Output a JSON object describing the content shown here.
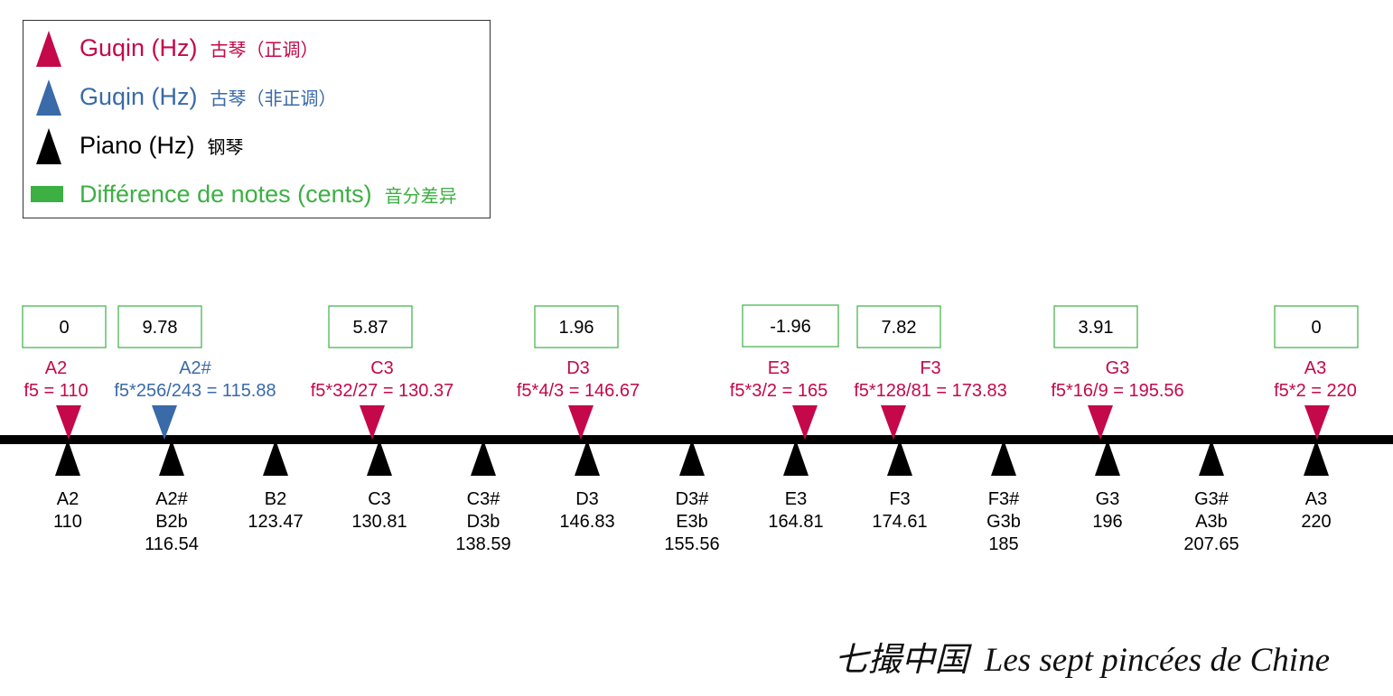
{
  "legend": {
    "items": [
      {
        "label": "Guqin (Hz)",
        "cn": "古琴（正调）",
        "color": "#c4084a",
        "icon": "triangle-up"
      },
      {
        "label": "Guqin (Hz)",
        "cn": "古琴（非正调）",
        "color": "#3a6aa8",
        "icon": "triangle-up"
      },
      {
        "label": "Piano (Hz)",
        "cn": "钢琴",
        "color": "#000000",
        "icon": "triangle-up"
      },
      {
        "label": "Différence de notes (cents)",
        "cn": "音分差异",
        "color": "#3cb043",
        "icon": "rectangle"
      }
    ]
  },
  "colors": {
    "main": "#c4084a",
    "alt": "#3a6aa8",
    "piano": "#000000",
    "diff": "#3cb043",
    "axis": "#000000"
  },
  "cents_boxes": [
    "0",
    "9.78",
    "5.87",
    "1.96",
    "-1.96",
    "7.82",
    "3.91",
    "0"
  ],
  "guqin": [
    {
      "note": "A2",
      "formula": "f5 = 110",
      "kind": "main"
    },
    {
      "note": "A2#",
      "formula": "f5*256/243 = 115.88",
      "kind": "alt"
    },
    {
      "note": "C3",
      "formula": "f5*32/27 = 130.37",
      "kind": "main"
    },
    {
      "note": "D3",
      "formula": "f5*4/3 = 146.67",
      "kind": "main"
    },
    {
      "note": "E3",
      "formula": "f5*3/2 = 165",
      "kind": "main"
    },
    {
      "note": "F3",
      "formula": "f5*128/81 = 173.83",
      "kind": "main"
    },
    {
      "note": "G3",
      "formula": "f5*16/9 = 195.56",
      "kind": "main"
    },
    {
      "note": "A3",
      "formula": "f5*2 = 220",
      "kind": "main"
    }
  ],
  "piano": [
    {
      "lines": [
        "A2",
        "110"
      ]
    },
    {
      "lines": [
        "A2#",
        "B2b",
        "116.54"
      ]
    },
    {
      "lines": [
        "B2",
        "123.47"
      ]
    },
    {
      "lines": [
        "C3",
        "130.81"
      ]
    },
    {
      "lines": [
        "C3#",
        "D3b",
        "138.59"
      ]
    },
    {
      "lines": [
        "D3",
        "146.83"
      ]
    },
    {
      "lines": [
        "D3#",
        "E3b",
        "155.56"
      ]
    },
    {
      "lines": [
        "E3",
        "164.81"
      ]
    },
    {
      "lines": [
        "F3",
        "174.61"
      ]
    },
    {
      "lines": [
        "F3#",
        "G3b",
        "185"
      ]
    },
    {
      "lines": [
        "G3",
        "196"
      ]
    },
    {
      "lines": [
        "G3#",
        "A3b",
        "207.65"
      ]
    },
    {
      "lines": [
        "A3",
        "220"
      ]
    }
  ],
  "caption": {
    "cn": "七撮中国",
    "fr": "Les sept pincées de Chine"
  }
}
